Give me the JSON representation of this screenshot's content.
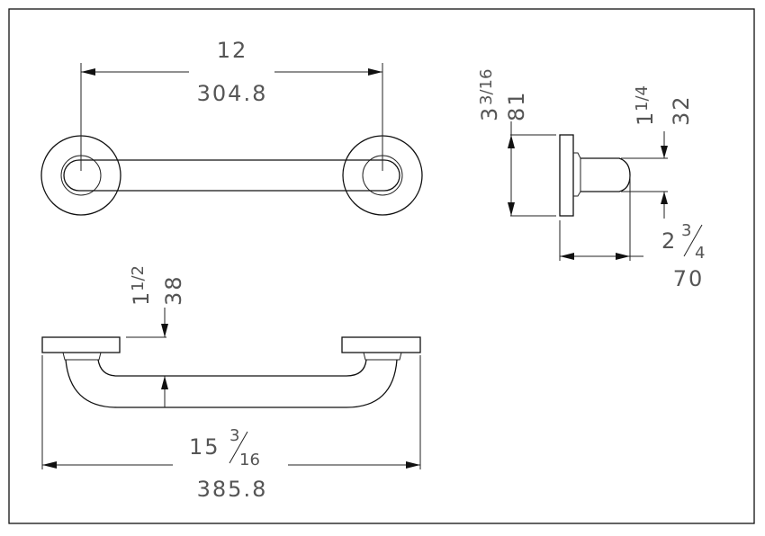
{
  "top_view": {
    "length_in": "12",
    "length_mm": "304.8"
  },
  "front_view": {
    "diameter_whole": "1",
    "diameter_frac": "1/2",
    "diameter_mm": "38",
    "overall_whole": "15",
    "overall_num": "3",
    "overall_den": "16",
    "overall_mm": "385.8"
  },
  "side_view": {
    "flange_whole": "3",
    "flange_frac": "3/16",
    "flange_mm": "81",
    "tube_whole": "1",
    "tube_frac": "1/4",
    "tube_mm": "32",
    "projection_whole": "2",
    "projection_num": "3",
    "projection_den": "4",
    "projection_mm": "70"
  }
}
